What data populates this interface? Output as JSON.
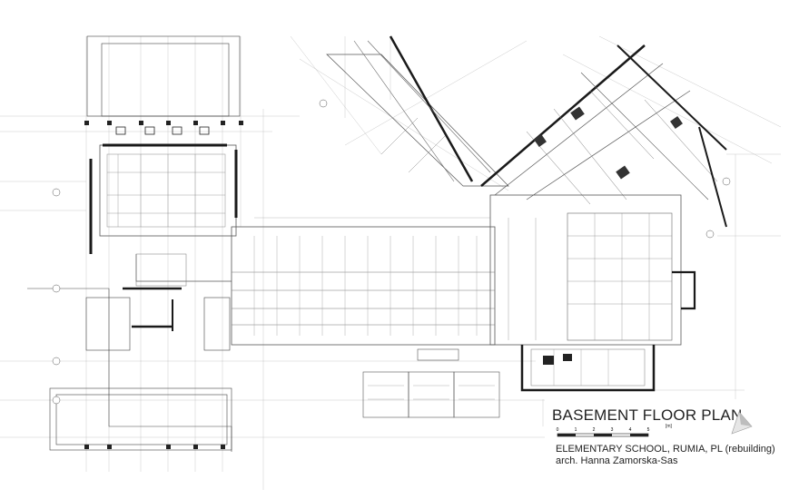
{
  "drawing": {
    "title": "BASEMENT FLOOR PLAN",
    "project": "ELEMENTARY SCHOOL, RUMIA, PL (rebuilding)",
    "architect": "arch. Hanna Zamorska-Sas",
    "scale_labels": [
      "0",
      "1",
      "2",
      "3",
      "4",
      "5"
    ],
    "scale_unit": "[m]"
  },
  "icons": {
    "north_arrow": "north-arrow-icon"
  },
  "colors": {
    "line": "#555555",
    "wall": "#1a1a1a",
    "background": "#ffffff"
  }
}
